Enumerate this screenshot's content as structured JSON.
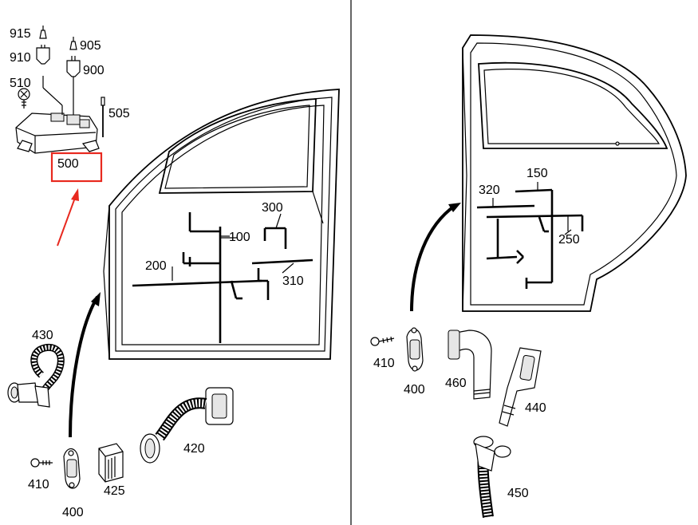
{
  "highlight_color": "#e8291f",
  "labels": {
    "p915": "915",
    "p910": "910",
    "p905": "905",
    "p900": "900",
    "p510": "510",
    "p505": "505",
    "p500": "500",
    "p100": "100",
    "p300": "300",
    "p200": "200",
    "p310": "310",
    "p430": "430",
    "p420": "420",
    "p410_left": "410",
    "p425": "425",
    "p400_left": "400",
    "p150": "150",
    "p320": "320",
    "p250": "250",
    "p410_right": "410",
    "p400_right": "400",
    "p460": "460",
    "p440": "440",
    "p450": "450"
  }
}
